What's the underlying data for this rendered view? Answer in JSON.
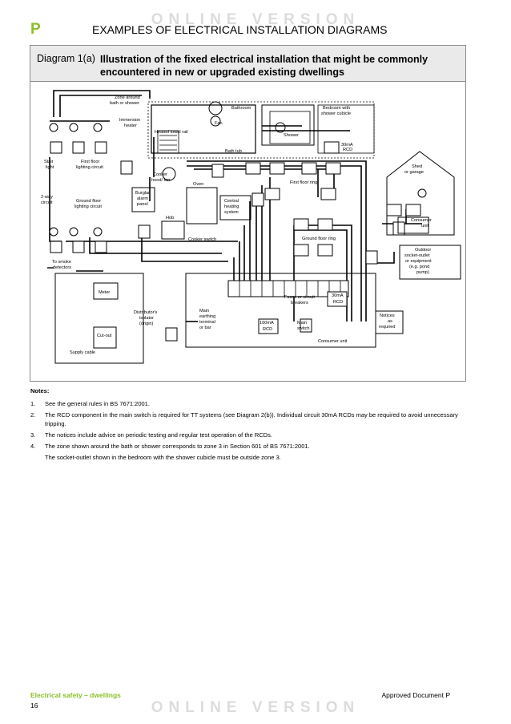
{
  "header": {
    "letter": "P",
    "title": "EXAMPLES OF ELECTRICAL INSTALLATION DIAGRAMS",
    "watermark": "ONLINE VERSION"
  },
  "diagram": {
    "label": "Diagram 1(a)",
    "title": "Illustration of the fixed electrical installation that might be commonly encountered in new or upgraded existing dwellings",
    "labels": {
      "zone_around": "Zone around",
      "bath_or_shower": "bath or shower",
      "immersion": "Immersion",
      "heater": "heater",
      "heated_towel_rail": "Heated towel rail",
      "fan": "Fan",
      "bathroom": "Bathroom",
      "bath_tub": "Bath tub",
      "shower": "Shower",
      "bedroom_with": "Bedroom with",
      "shower_cubicle": "shower cubicle",
      "rcd30_a": "30mA",
      "rcd30_b": "RCD",
      "stair": "Stair",
      "light": "light",
      "first_floor": "First floor",
      "lighting_circuit": "lighting circuit",
      "cooker": "Cooker",
      "hood_fan": "hood/ fan",
      "oven": "Oven",
      "first_floor_ring": "First floor ring",
      "shed": "Shed",
      "or_garage": "or garage",
      "two_way": "2-way",
      "circuit": "circuit",
      "ground_floor": "Ground floor",
      "burglar": "Burglar",
      "alarm": "alarm",
      "panel": "panel",
      "central": "Central",
      "heating": "heating",
      "system": "system",
      "hob": "Hob",
      "cooker_switch": "Cooker switch",
      "ground_floor_ring": "Ground floor ring",
      "consumer": "Consumer",
      "unit": "unit",
      "to_smoke": "To smoke",
      "detectors": "detectors",
      "outdoor": "Outdoor",
      "socket_outlet": "socket-outlet",
      "or_equipment": "or equipment",
      "eg_pond": "(e.g. pond",
      "pump": "pump)",
      "meter": "Meter",
      "distributors": "Distributor's",
      "isolator": "isolator",
      "origin": "(origin)",
      "main": "Main",
      "earthing": "earthing",
      "terminal": "terminal",
      "or_bar": "or bar",
      "fuses_or_circuit": "Fuses or circuit",
      "breakers": "breakers",
      "cut_out": "Cut-out",
      "rcd100_a": "100mA",
      "switch": "switch",
      "notices": "Notices",
      "as": "as",
      "required": "required",
      "supply_cable": "Supply cable",
      "consumer_unit": "Consumer unit"
    }
  },
  "notes": {
    "heading": "Notes:",
    "items": [
      {
        "num": "1.",
        "text": "See the general rules in BS 7671:2001."
      },
      {
        "num": "2.",
        "text": "The RCD component in the main switch is required for TT systems (see Diagram 2(b)). Individual circuit 30mA RCDs may be required to avoid unnecessary tripping."
      },
      {
        "num": "3.",
        "text": "The notices include advice on periodic testing and regular test operation of the RCDs."
      },
      {
        "num": "4.",
        "text": "The zone shown around the bath or shower corresponds to zone 3 in Section 601 of BS 7671:2001."
      },
      {
        "num": "",
        "text": "The socket-outlet shown in the bedroom with the shower cubicle must be outside zone 3."
      }
    ]
  },
  "footer": {
    "left": "Electrical safety – dwellings",
    "page": "16",
    "right": "Approved Document P"
  }
}
